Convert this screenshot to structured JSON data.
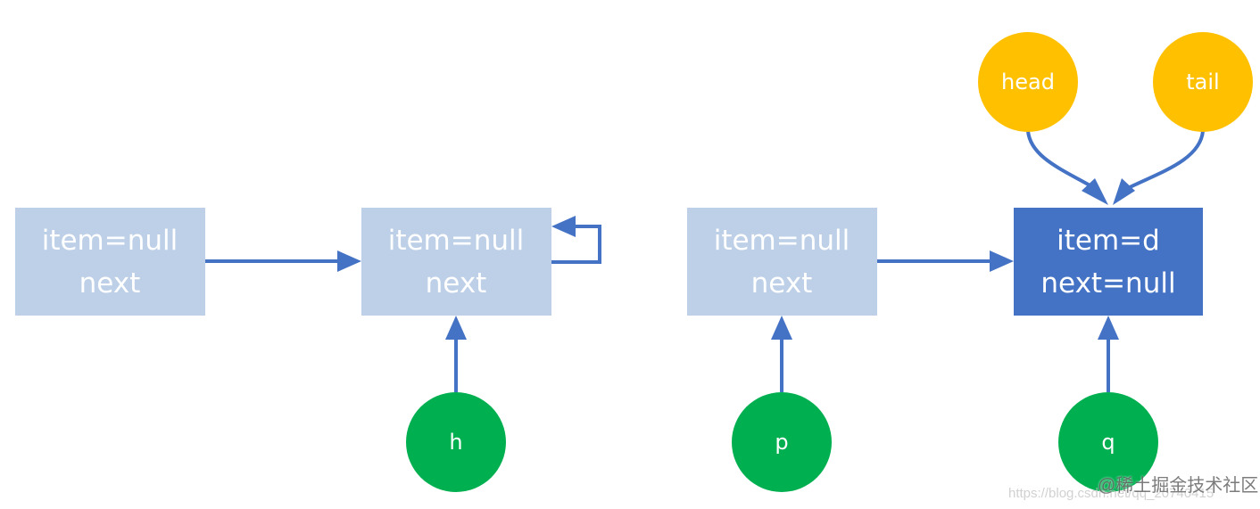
{
  "colors": {
    "node_light": "#bdd0e8",
    "node_dark": "#4472c4",
    "pointer_green": "#00b050",
    "pointer_yellow": "#ffc000",
    "connector": "#4472c4"
  },
  "nodes": {
    "node1": {
      "line1": "item=null",
      "line2": "next"
    },
    "node2": {
      "line1": "item=null",
      "line2": "next"
    },
    "node3": {
      "line1": "item=null",
      "line2": "next"
    },
    "node4": {
      "line1": "item=d",
      "line2": "next=null"
    }
  },
  "pointers": {
    "h": "h",
    "p": "p",
    "q": "q",
    "head": "head",
    "tail": "tail"
  },
  "watermark": {
    "main": "@稀土掘金技术社区",
    "url": "https://blog.csdn.net/qq_20740415"
  }
}
